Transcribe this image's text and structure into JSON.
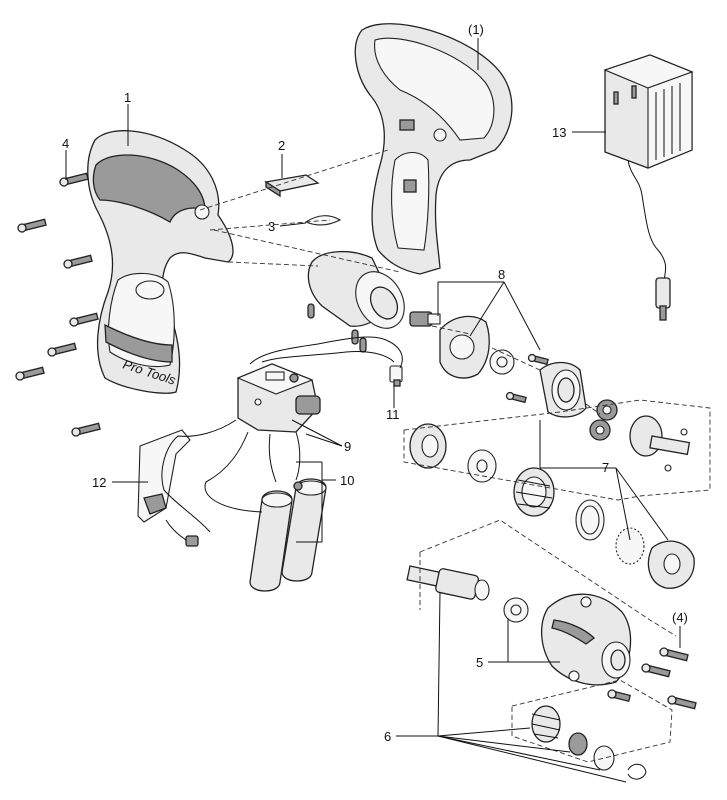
{
  "diagram": {
    "labels": {
      "housing_right": "(1)",
      "housing_left": "1",
      "part_2": "2",
      "part_3": "3",
      "screws_4": "4",
      "screws_4b": "(4)",
      "part_5": "5",
      "part_6": "6",
      "part_7": "7",
      "part_8": "8",
      "part_9": "9",
      "part_10": "10",
      "part_11": "11",
      "part_12": "12",
      "part_13": "13"
    },
    "handle_text": "Pro Tools"
  }
}
